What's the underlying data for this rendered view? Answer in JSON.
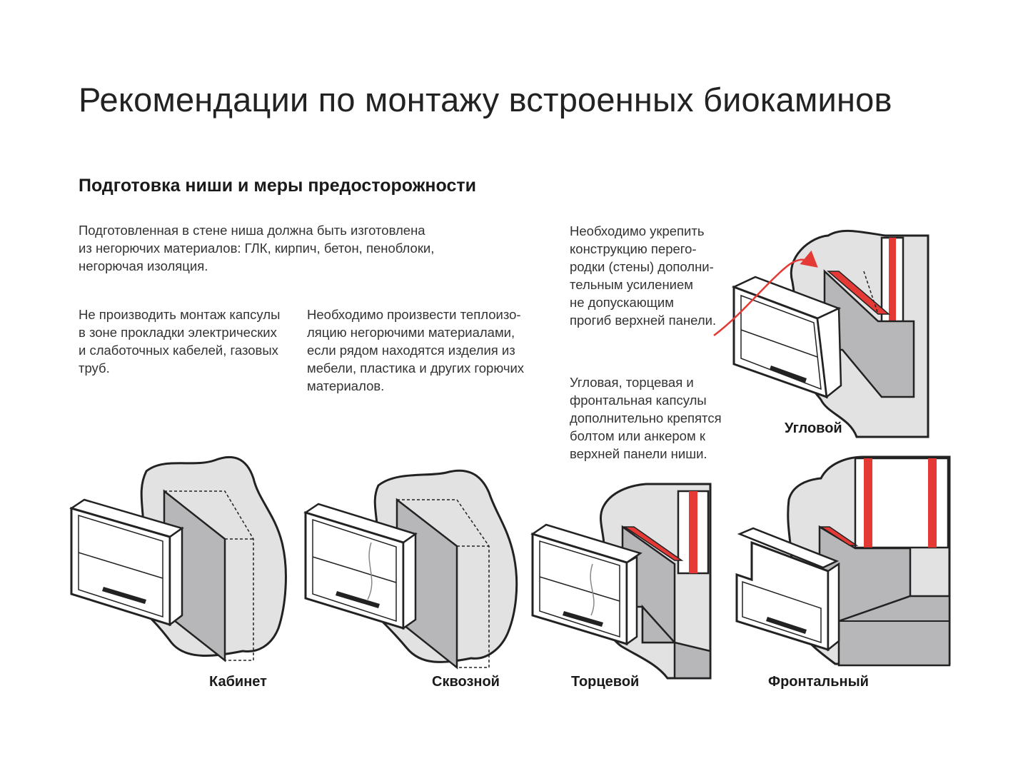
{
  "title": "Рекомендации по монтажу встроенных биокаминов",
  "subtitle": "Подготовка ниши и меры предосторожности",
  "intro": {
    "lines": [
      "Подготовленная в стене ниша должна быть изготовлена",
      "из негорючих материалов: ГЛК, кирпич, бетон, пеноблоки,",
      "негорючая изоляция."
    ]
  },
  "note_cables": {
    "lines": [
      "Не производить монтаж капсулы",
      "в зоне прокладки электрических",
      "и слаботочных кабелей, газовых",
      "труб."
    ]
  },
  "note_insulation": {
    "lines": [
      "Необходимо произвести теплоизо-",
      "ляцию негорючими материалами,",
      "если рядом находятся изделия из",
      "мебели, пластика и других горючих",
      "материалов."
    ]
  },
  "note_reinforce": {
    "lines": [
      "Необходимо укрепить",
      "конструкцию перего-",
      "родки (стены) дополни-",
      "тельным усилением",
      "не допускающим",
      "прогиб верхней панели."
    ]
  },
  "note_fixing": {
    "lines": [
      "Угловая, торцевая и",
      "фронтальная капсулы",
      "дополнительно крепятся",
      "болтом или анкером к",
      "верхней панели ниши."
    ]
  },
  "labels": {
    "corner": "Угловой",
    "cabinet": "Кабинет",
    "through": "Сквозной",
    "end": "Торцевой",
    "frontal": "Фронтальный"
  },
  "colors": {
    "wall": "#e2e2e2",
    "niche": "#b7b7b9",
    "outline": "#222222",
    "accent_red": "#e53935",
    "text": "#333333"
  }
}
